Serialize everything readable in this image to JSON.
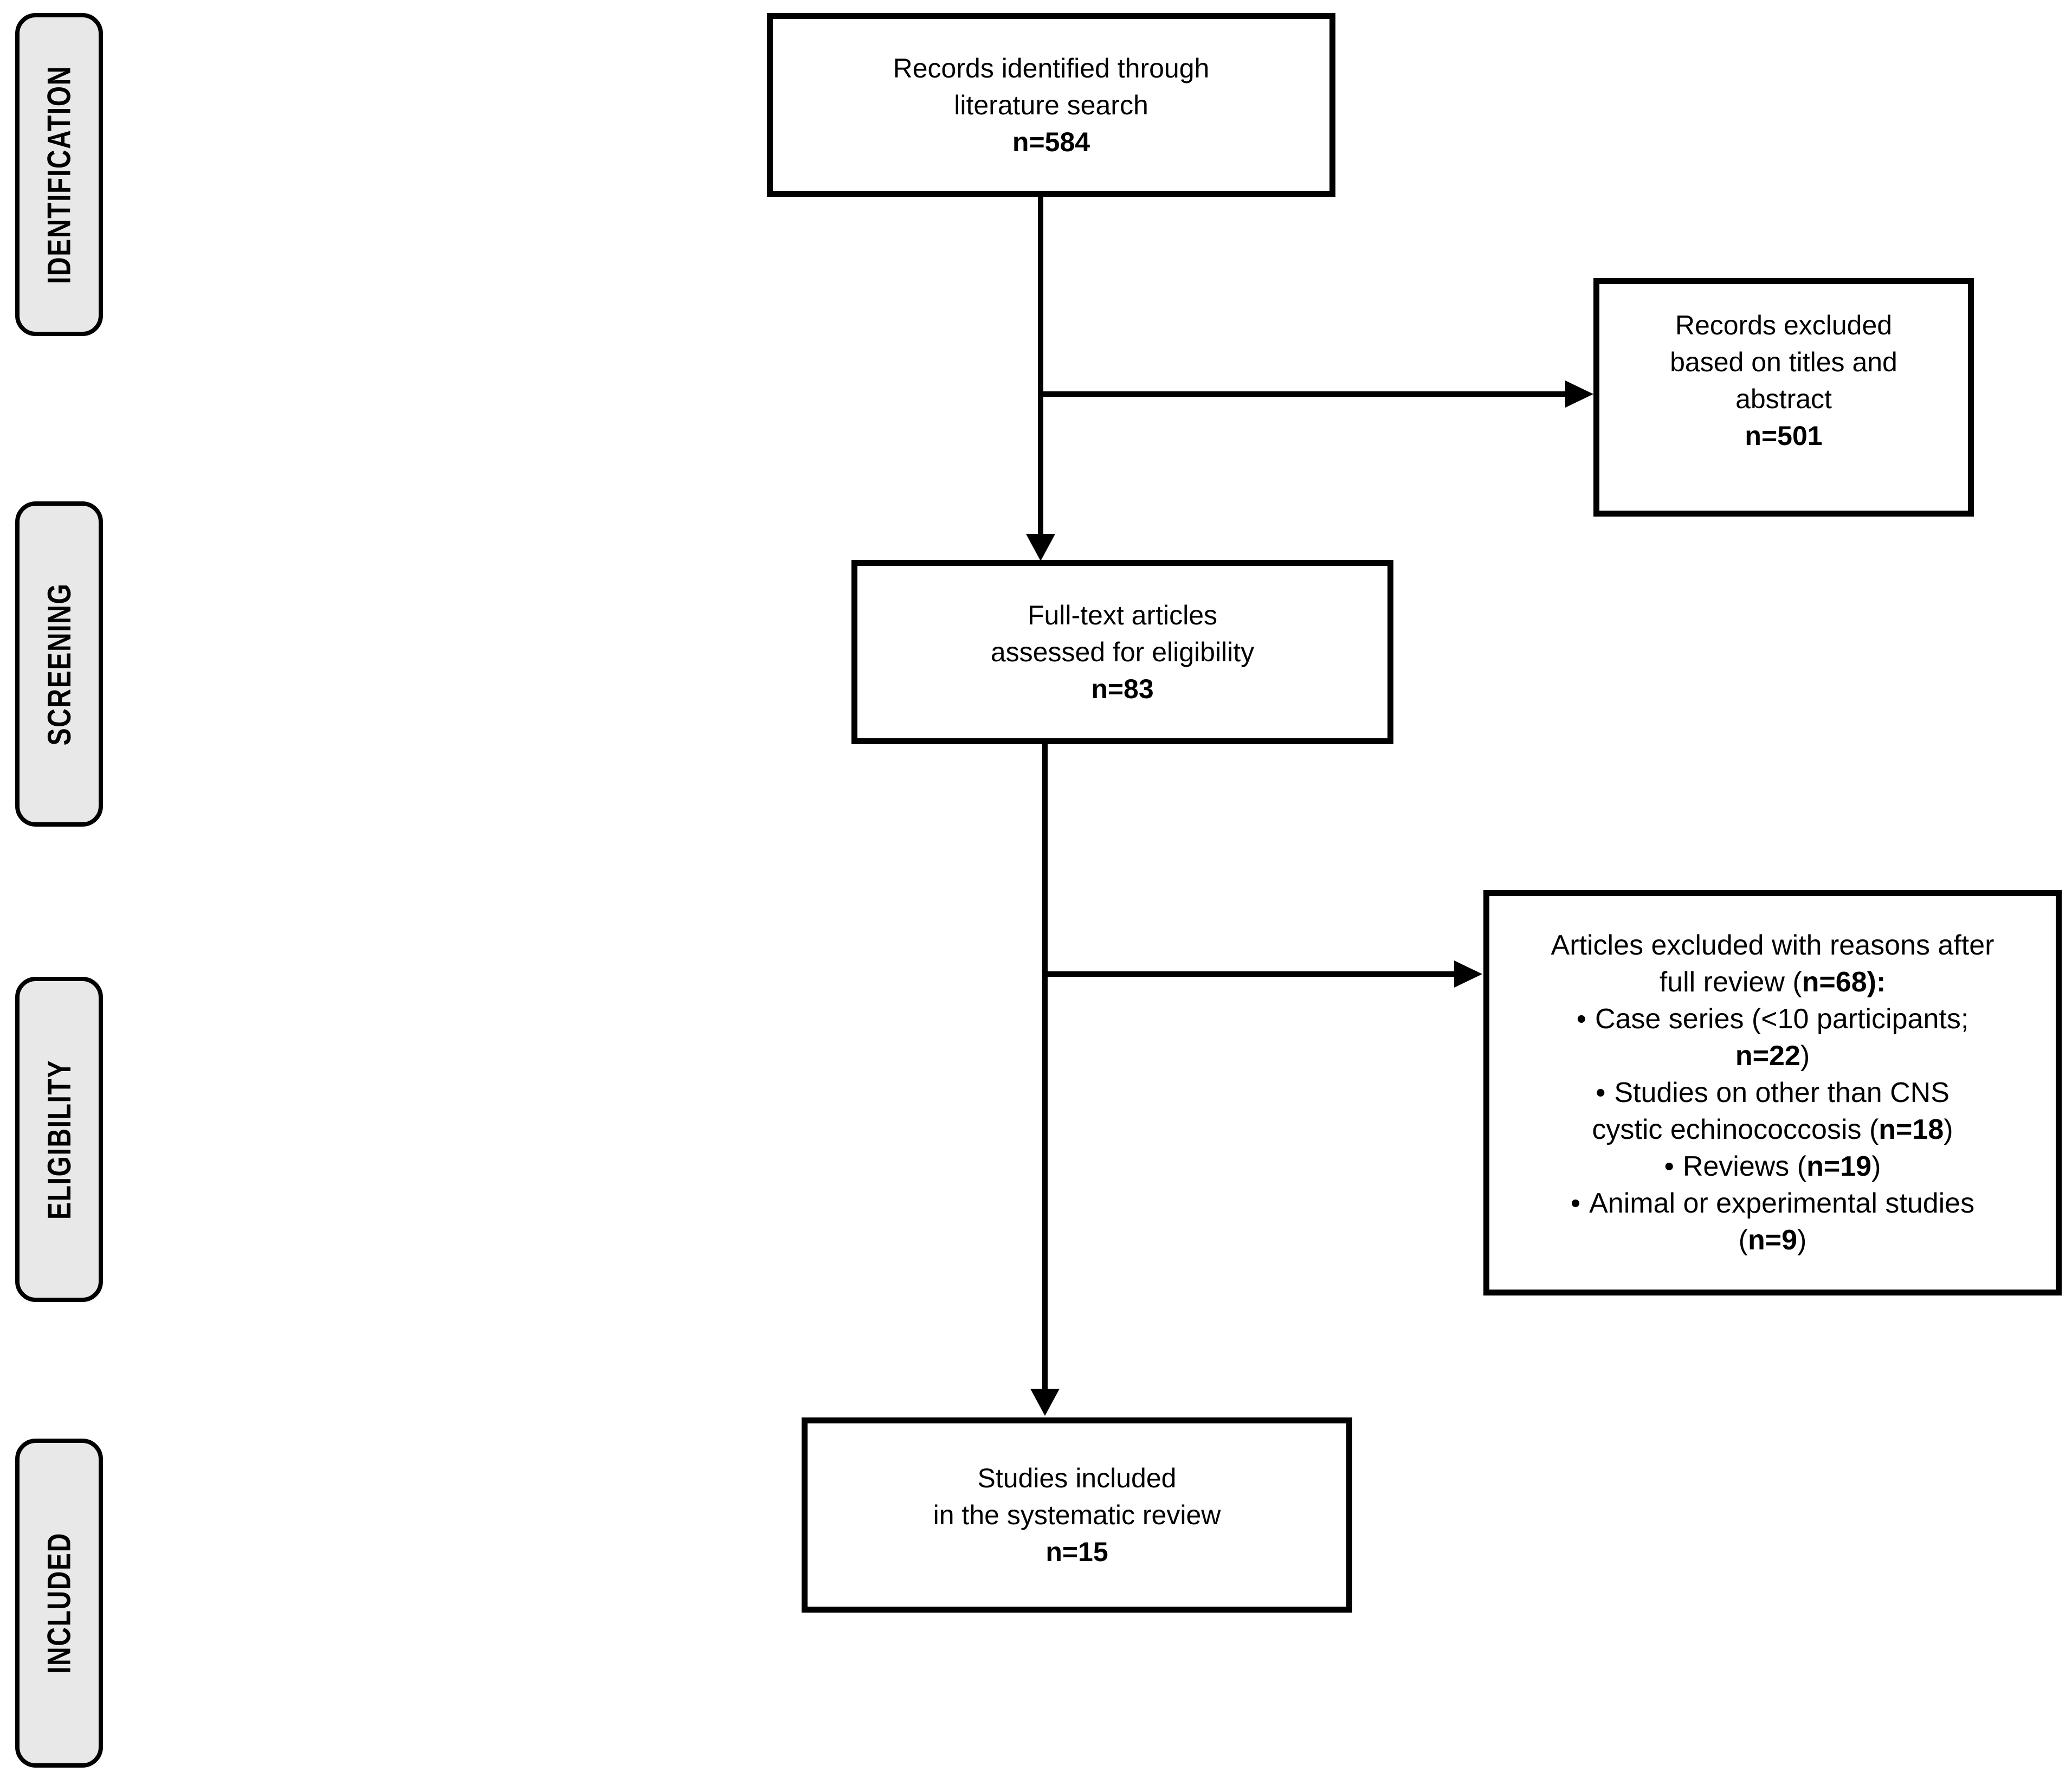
{
  "figure": {
    "type": "prisma-flow-diagram",
    "bullet_glyph": "•"
  },
  "stages": [
    {
      "label": "IDENTIFICATION"
    },
    {
      "label": "SCREENING"
    },
    {
      "label": "ELIGIBILITY"
    },
    {
      "label": "INCLUDED"
    }
  ],
  "boxes": {
    "identified": {
      "lines": [
        "Records identified through",
        "literature search"
      ],
      "n": "n=584"
    },
    "excluded_titles": {
      "lines": [
        "Records excluded",
        "based on titles and",
        "abstract"
      ],
      "n": "n=501"
    },
    "fulltext": {
      "lines": [
        "Full-text articles",
        "assessed for eligibility"
      ],
      "n": "n=83"
    },
    "excluded_full_review": {
      "heading_l1": "Articles excluded with reasons after",
      "heading_l2_pre": "full review (",
      "heading_n": "n=68):",
      "bullets": [
        {
          "l1": "Case series (<10 participants;",
          "n": "n=22",
          "post": ")"
        },
        {
          "l1": "Studies on other than CNS",
          "l2_pre": "cystic echinococcosis (",
          "n": "n=18",
          "post": ")"
        },
        {
          "l1_pre": "Reviews (",
          "n": "n=19",
          "post": ")"
        },
        {
          "l1": "Animal or experimental studies",
          "l2_pre": "(",
          "n": "n=9",
          "post": ")"
        }
      ]
    },
    "included": {
      "lines": [
        "Studies included",
        "in the systematic review"
      ],
      "n": "n=15"
    }
  },
  "colors": {
    "background": "#ffffff",
    "box_fill": "#ffffff",
    "box_border": "#000000",
    "stage_fill": "#e8e8e8",
    "arrow": "#000000",
    "text": "#000000"
  }
}
